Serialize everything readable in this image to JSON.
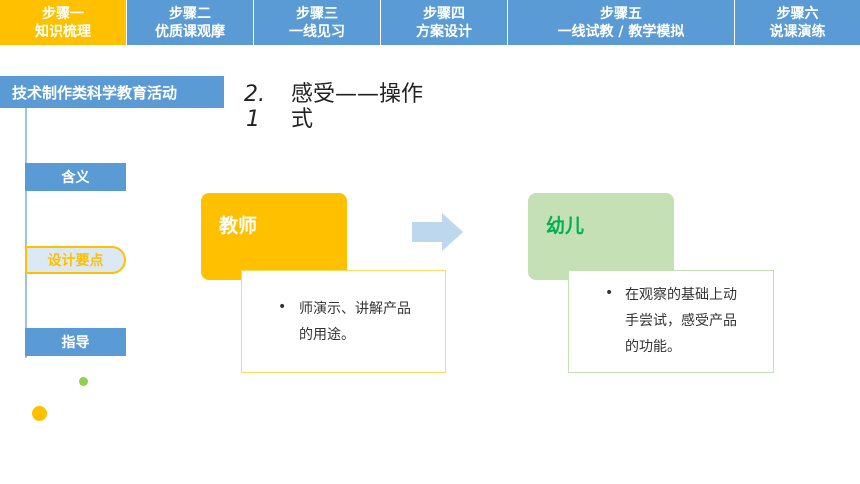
{
  "tabs": [
    {
      "step": "步骤一",
      "name": "知识梳理",
      "active": true
    },
    {
      "step": "步骤二",
      "name": "优质课观摩",
      "active": false
    },
    {
      "step": "步骤三",
      "name": "一线见习",
      "active": false
    },
    {
      "step": "步骤四",
      "name": "方案设计",
      "active": false
    },
    {
      "step": "步骤五",
      "name": "一线试教 / 教学模拟",
      "active": false
    },
    {
      "step": "步骤六",
      "name": "说课演练",
      "active": false
    }
  ],
  "sidebar": {
    "title": "技术制作类科学教育活动",
    "items": [
      "含义",
      "设计要点",
      "指导"
    ],
    "active_item": "设计要点"
  },
  "heading": {
    "number": "2.1",
    "number_line1": "2.",
    "number_line2": "1",
    "text": "感受——操作式",
    "text_line1": "感受——操作",
    "text_line2": "式"
  },
  "teacher": {
    "label": "教师",
    "bullet": "•",
    "desc": "师演示、讲解产品的用途。"
  },
  "child": {
    "label": "幼儿",
    "bullet": "•",
    "desc": "在观察的基础上动手尝试，感受产品的功能。"
  },
  "colors": {
    "tab_blue": "#5b9bd5",
    "tab_active": "#ffc000",
    "teacher_card": "#ffc000",
    "child_card": "#c5e0b4",
    "child_label": "#00b050",
    "arrow": "#bdd7ee"
  },
  "icons": {
    "arrow": "right-arrow-icon"
  }
}
